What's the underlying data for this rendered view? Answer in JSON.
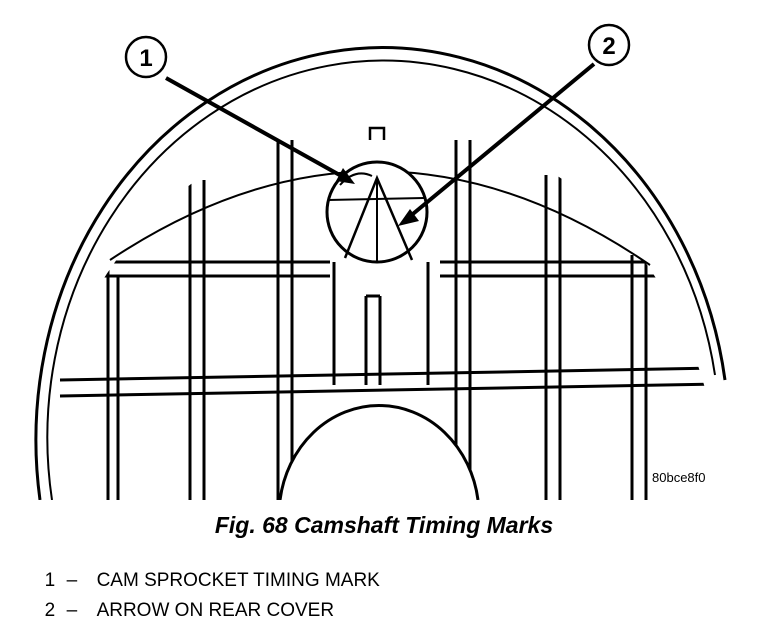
{
  "callouts": [
    "1",
    "2"
  ],
  "figure_id": "80bce8f0",
  "caption": "Fig. 68 Camshaft Timing Marks",
  "legend": [
    {
      "num": "1",
      "dash": "–",
      "text": "CAM SPROCKET TIMING MARK"
    },
    {
      "num": "2",
      "dash": "–",
      "text": "ARROW ON REAR COVER"
    }
  ]
}
